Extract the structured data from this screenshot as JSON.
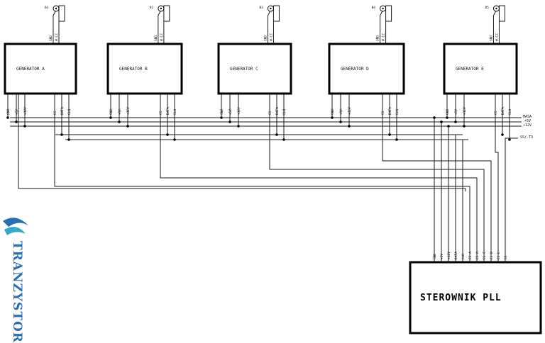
{
  "generators": [
    {
      "label": "GENERATOR A",
      "jack": "B1"
    },
    {
      "label": "GENERATOR B",
      "jack": "B2"
    },
    {
      "label": "GENERATOR C",
      "jack": "B3"
    },
    {
      "label": "GENERATOR D",
      "jack": "B4"
    },
    {
      "label": "GENERATOR E",
      "jack": "B5"
    }
  ],
  "gen_top_pins": [
    "GND",
    "W.CZ"
  ],
  "gen_bottom_pins": [
    "GND",
    "+5V",
    "+12V",
    "CS",
    "DATA",
    "CLK"
  ],
  "rails": [
    "MASA",
    "+5V",
    "+12V",
    "SS/-T3"
  ],
  "pll": {
    "label": "STEROWNIK PLL",
    "pins": [
      "GND",
      "+5V",
      "+12V",
      "DATA",
      "CLK",
      "CS A",
      "CS B",
      "CS C",
      "CS D",
      "CS E",
      "SS"
    ]
  },
  "logo": {
    "text": "TRANZYSTOR",
    "color": "#2c6fb0"
  }
}
